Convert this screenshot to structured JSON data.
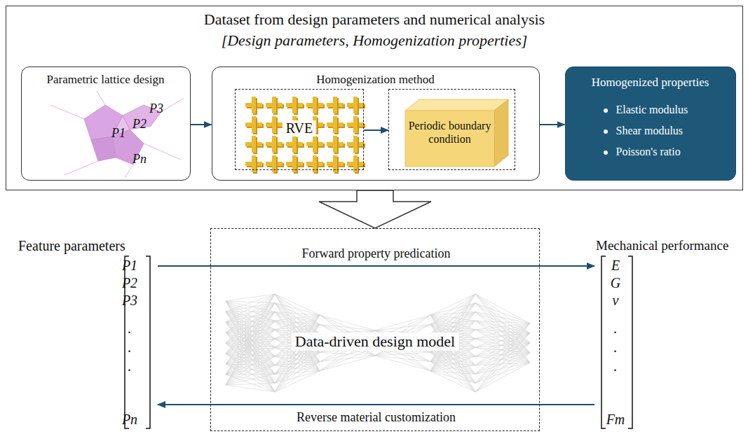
{
  "diagram": {
    "nodes": [
      {
        "text": [
          "Dataset from design parameters and numerical analysis",
          "[Design parameters, Homogenization properties]"
        ]
      },
      {
        "text": [
          "Parametric lattice design"
        ],
        "in": 0
      },
      {
        "text": [
          "Homogenization method"
        ],
        "in": 0
      },
      {
        "text": [
          "RVE"
        ],
        "in": 2
      },
      {
        "text": [
          "Periodic boundary condition"
        ],
        "in": 2
      },
      {
        "text": [
          "Homogenized properties",
          "Elastic modulus",
          "Shear modulus",
          "Poisson's ratio"
        ],
        "in": 0
      },
      {
        "text": [
          "Feature parameters",
          "P1",
          "P2",
          "P3",
          ".",
          ".",
          ".",
          "Pn"
        ]
      },
      {
        "text": [
          "Data-driven design model"
        ]
      },
      {
        "text": [
          "Mechanical performance",
          "E",
          "G",
          "v",
          ".",
          ".",
          ".",
          "Fm"
        ]
      }
    ],
    "edges": [
      {
        "from": 1,
        "to": 2,
        "arrow": "to"
      },
      {
        "from": 2,
        "to": 5,
        "arrow": "to"
      },
      {
        "from": 3,
        "to": 4,
        "arrow": "to"
      },
      {
        "from": 0,
        "to": 7,
        "arrow": "to"
      },
      {
        "from": 6,
        "to": 8,
        "label": "Forward property predication",
        "arrow": "to"
      },
      {
        "from": 8,
        "to": 6,
        "label": "Reverse material customization",
        "arrow": "to"
      }
    ],
    "labels": [
      "P1",
      "P2",
      "P3",
      "Pn"
    ]
  }
}
